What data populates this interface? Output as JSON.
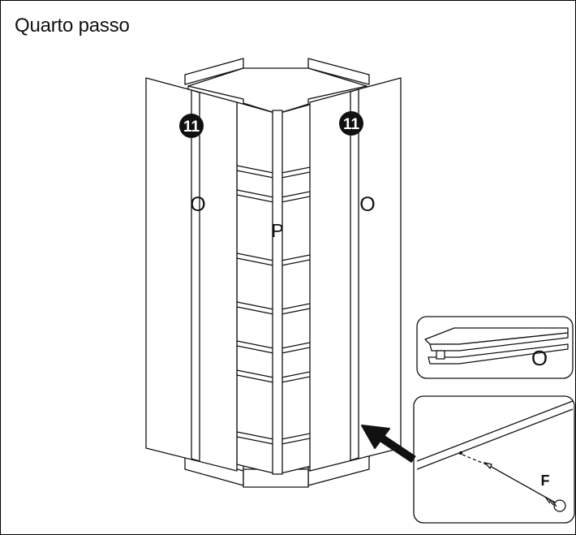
{
  "step": {
    "title": "Quarto passo"
  },
  "parts": {
    "door_left": "O",
    "door_right": "O",
    "center_panel": "P",
    "profile_detail": "O",
    "nail": "F"
  },
  "badges": {
    "left": "11",
    "right": "11"
  },
  "colors": {
    "line": "#111111",
    "panel": "#ffffff",
    "badge": "#111111"
  }
}
